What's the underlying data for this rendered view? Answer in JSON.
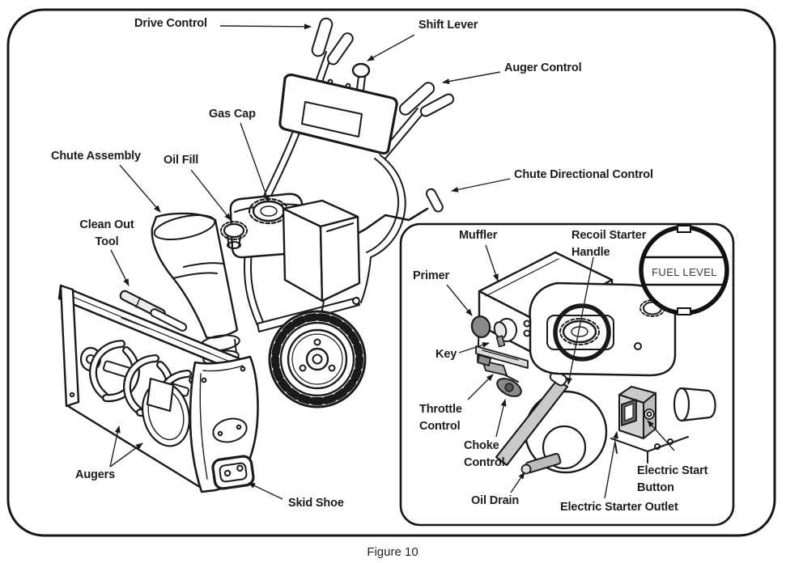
{
  "figure": {
    "caption": "Figure 10"
  },
  "colors": {
    "line": "#1a1a1a",
    "background": "#ffffff",
    "shade_light": "#c9c9c9",
    "shade_dark": "#8a8a8a"
  },
  "machine_labels": {
    "drive_control": "Drive Control",
    "shift_lever": "Shift Lever",
    "auger_control": "Auger Control",
    "gas_cap": "Gas Cap",
    "chute_assembly": "Chute Assembly",
    "oil_fill": "Oil Fill",
    "chute_directional_control": "Chute Directional Control",
    "clean_out_tool": {
      "line1": "Clean Out",
      "line2": "Tool"
    },
    "augers": "Augers",
    "skid_shoe": "Skid Shoe"
  },
  "engine_inset_labels": {
    "muffler": "Muffler",
    "recoil_starter_handle": {
      "line1": "Recoil Starter",
      "line2": "Handle"
    },
    "primer": "Primer",
    "key": "Key",
    "throttle_control": {
      "line1": "Throttle",
      "line2": "Control"
    },
    "choke_control": {
      "line1": "Choke",
      "line2": "Control"
    },
    "oil_drain": "Oil Drain",
    "electric_start_button": {
      "line1": "Electric Start",
      "line2": "Button"
    },
    "electric_starter_outlet": "Electric Starter Outlet",
    "fuel_level_magnifier": "FUEL LEVEL"
  }
}
